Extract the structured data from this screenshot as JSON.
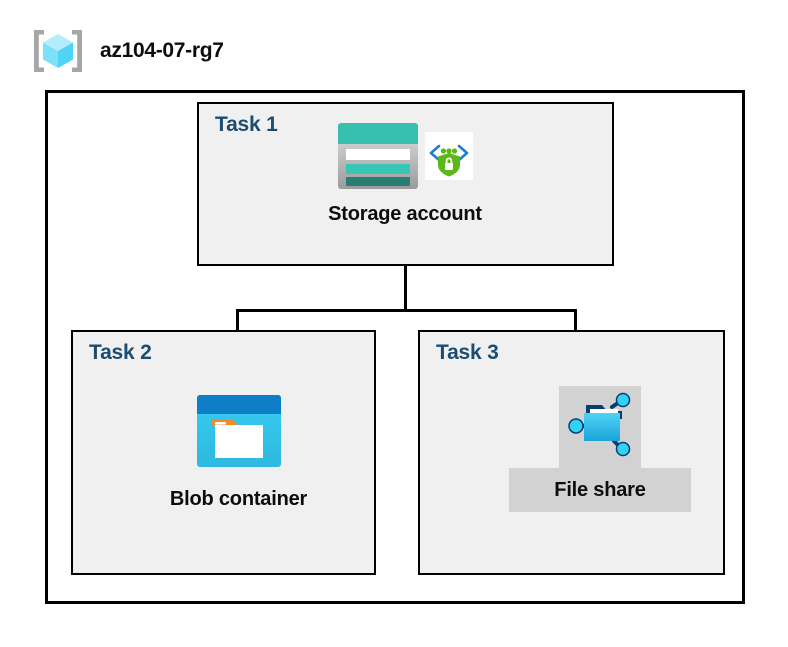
{
  "diagram": {
    "title": "az104-07-rg7",
    "resource_group": {
      "name": "az104-07-rg7",
      "icon": "resource-group-icon"
    },
    "colors": {
      "task_label": "#1b4c72",
      "task_box_fill": "#f0f0f0",
      "box_border": "#000000",
      "canvas": "#ffffff",
      "highlight_plate": "#d2d2d2",
      "storage_teal": "#37bfb0",
      "storage_teal_dark": "#2a7d74",
      "blob_blue": "#0f7ec8",
      "blob_cyan": "#32c8ee",
      "blob_orange": "#f08b25",
      "fileshare_cyan": "#32c8ee",
      "fileshare_navy": "#0a3c78",
      "shield_green": "#5cb816",
      "chevron_blue": "#1f7ec8",
      "cube_cyan": "#9fe8fb",
      "bracket_gray": "#a6a6a6"
    },
    "tasks": [
      {
        "id": "task1",
        "label": "Task 1",
        "node_caption": "Storage account",
        "icons": [
          "storage-account-icon",
          "secure-transfer-shield-icon"
        ]
      },
      {
        "id": "task2",
        "label": "Task 2",
        "node_caption": "Blob container",
        "icons": [
          "blob-container-icon"
        ]
      },
      {
        "id": "task3",
        "label": "Task 3",
        "node_caption": "File share",
        "icons": [
          "file-share-icon"
        ]
      }
    ],
    "connections": [
      {
        "from": "Storage account",
        "to": "Blob container"
      },
      {
        "from": "Storage account",
        "to": "File share"
      }
    ]
  }
}
